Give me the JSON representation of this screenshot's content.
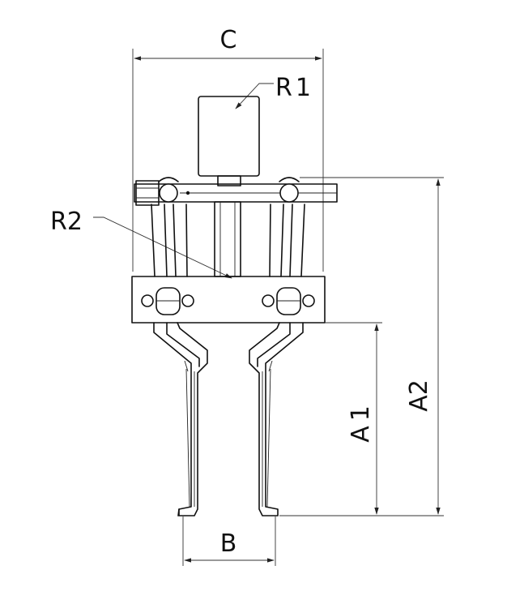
{
  "labels": {
    "c": "C",
    "r1": "R1",
    "r2": "R2",
    "a1": "A1",
    "a2": "A2",
    "b": "B"
  }
}
